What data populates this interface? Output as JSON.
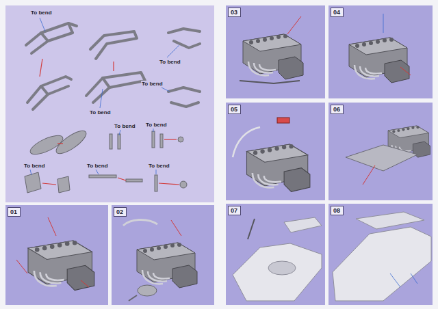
{
  "diagram": {
    "nodes": [
      {
        "text": [
          "01"
        ]
      },
      {
        "text": [
          "02"
        ]
      },
      {
        "text": [
          "03"
        ]
      },
      {
        "text": [
          "04"
        ]
      },
      {
        "text": [
          "05"
        ]
      },
      {
        "text": [
          "06"
        ]
      },
      {
        "text": [
          "07"
        ]
      },
      {
        "text": [
          "08"
        ]
      }
    ],
    "labels": [
      "To bend",
      "To bend",
      "To bend",
      "To bend",
      "To bend",
      "To bend",
      "To bend",
      "To bend",
      "To bend"
    ]
  }
}
